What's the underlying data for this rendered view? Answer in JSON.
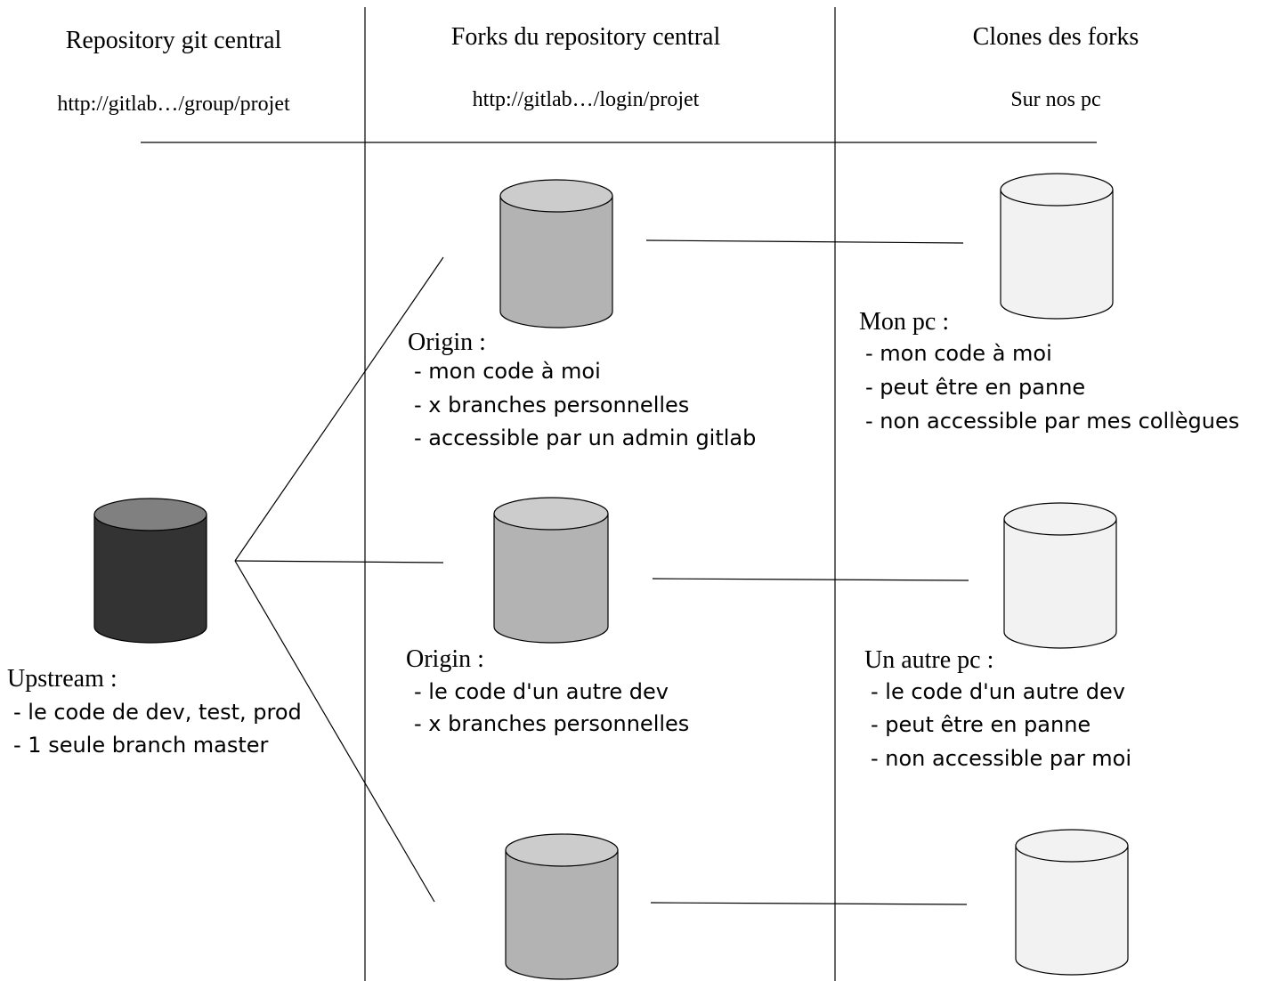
{
  "columns": [
    {
      "title": "Repository git central",
      "subtitle": "http://gitlab…/group/projet"
    },
    {
      "title": "Forks du repository central",
      "subtitle": "http://gitlab…/login/projet"
    },
    {
      "title": "Clones des forks",
      "subtitle": "Sur nos pc"
    }
  ],
  "upstream": {
    "heading": "Upstream :",
    "items": [
      "- le code de dev, test, prod",
      "- 1 seule branch master"
    ]
  },
  "forks": [
    {
      "heading": "Origin :",
      "items": [
        "- mon code à moi",
        "- x branches personnelles",
        "- accessible par un admin gitlab"
      ]
    },
    {
      "heading": "Origin :",
      "items": [
        "- le code d'un autre dev",
        "- x branches personnelles"
      ]
    },
    {
      "heading": "",
      "items": []
    }
  ],
  "clones": [
    {
      "heading": "Mon pc :",
      "items": [
        "- mon code à moi",
        "- peut être en panne",
        "- non accessible par mes collègues"
      ]
    },
    {
      "heading": "Un autre pc :",
      "items": [
        "- le code d'un autre dev",
        "- peut être en panne",
        "- non accessible par moi"
      ]
    },
    {
      "heading": "",
      "items": []
    }
  ],
  "colors": {
    "upstream_body": "#333333",
    "upstream_top": "#808080",
    "fork_body": "#b3b3b3",
    "fork_top": "#cccccc",
    "clone_body": "#f2f2f2",
    "clone_top": "#f2f2f2",
    "lines": "#000000"
  },
  "icons": {
    "upstream_repo": "database-cylinder-icon",
    "fork_repo": "database-cylinder-icon",
    "clone_repo": "database-cylinder-icon"
  }
}
